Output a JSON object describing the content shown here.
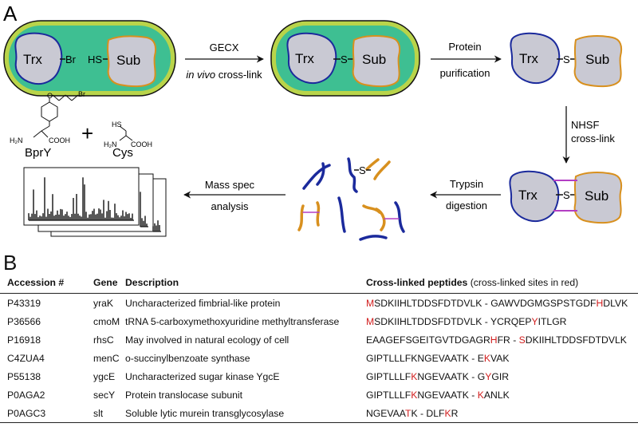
{
  "panel_a": {
    "label": "A",
    "trx": "Trx",
    "sub": "Sub",
    "br": "Br",
    "hs": "HS",
    "s": "S",
    "step1_line1": "GECX",
    "step1_italic": "in vivo",
    "step1_rest": " cross-link",
    "step2_line1": "Protein",
    "step2_line2": "purification",
    "step3_line1": "NHSF",
    "step3_line2": "cross-link",
    "step4_line1": "Trypsin",
    "step4_line2": "digestion",
    "step5_line1": "Mass spec",
    "step5_line2": "analysis",
    "bpry_label": "BprY",
    "cys_label": "Cys",
    "plus": "+",
    "chem": {
      "o": "O",
      "br": "Br",
      "h2n": "H₂N",
      "cooh": "COOH",
      "hs": "HS"
    },
    "colors": {
      "cell_outer": "#b9d44a",
      "cell_inner": "#3ebf92",
      "trx_fill": "#c9c9d3",
      "trx_stroke": "#1b2a9c",
      "sub_fill": "#c9c9d3",
      "sub_stroke": "#d8901e",
      "crosslink": "#b33ec3"
    }
  },
  "panel_b": {
    "label": "B",
    "headers": {
      "accession": "Accession #",
      "gene": "Gene",
      "description": "Description",
      "peptides": "Cross-linked peptides",
      "peptides_note": " (cross-linked sites in red)"
    },
    "rows": [
      {
        "accession": "P43319",
        "gene": "yraK",
        "description": "Uncharacterized fimbrial-like protein",
        "peptide": [
          {
            "t": "M",
            "red": true
          },
          {
            "t": "SDKIIHLTDDSFDTDVLK - GAWVDGMGSPSTGDF"
          },
          {
            "t": "H",
            "red": true
          },
          {
            "t": "DLVK"
          }
        ]
      },
      {
        "accession": "P36566",
        "gene": "cmoM",
        "description": "tRNA 5-carboxymethoxyuridine methyltransferase",
        "peptide": [
          {
            "t": "M",
            "red": true
          },
          {
            "t": "SDKIIHLTDDSFDTDVLK - YCRQEP"
          },
          {
            "t": "Y",
            "red": true
          },
          {
            "t": "ITLGR"
          }
        ]
      },
      {
        "accession": "P16918",
        "gene": "rhsC",
        "description": "May involved in natural ecology of cell",
        "peptide": [
          {
            "t": "EAAGEFSGEITGVTDGAGR"
          },
          {
            "t": "H",
            "red": true
          },
          {
            "t": "FR - "
          },
          {
            "t": "S",
            "red": true
          },
          {
            "t": "DKIIHLTDDSFDTDVLK"
          }
        ]
      },
      {
        "accession": "C4ZUA4",
        "gene": "menC",
        "description": "o-succinylbenzoate synthase",
        "peptide": [
          {
            "t": "GIPTLLLFKNGEVAATK - E"
          },
          {
            "t": "K",
            "red": true
          },
          {
            "t": "VAK"
          }
        ]
      },
      {
        "accession": "P55138",
        "gene": "ygcE",
        "description": "Uncharacterized sugar kinase YgcE",
        "peptide": [
          {
            "t": "GIPTLLLF"
          },
          {
            "t": "K",
            "red": true
          },
          {
            "t": "NGEVAATK - G"
          },
          {
            "t": "Y",
            "red": true
          },
          {
            "t": "GIR"
          }
        ]
      },
      {
        "accession": "P0AGA2",
        "gene": "secY",
        "description": "Protein translocase subunit",
        "peptide": [
          {
            "t": "GIPTLLLF"
          },
          {
            "t": "K",
            "red": true
          },
          {
            "t": "NGEVAATK - "
          },
          {
            "t": "K",
            "red": true
          },
          {
            "t": "ANLK"
          }
        ]
      },
      {
        "accession": "P0AGC3",
        "gene": "slt",
        "description": "Soluble lytic murein transglycosylase",
        "peptide": [
          {
            "t": "NGEVAA"
          },
          {
            "t": "T",
            "red": true
          },
          {
            "t": "K - DLF"
          },
          {
            "t": "K",
            "red": true
          },
          {
            "t": "R"
          }
        ]
      }
    ]
  }
}
